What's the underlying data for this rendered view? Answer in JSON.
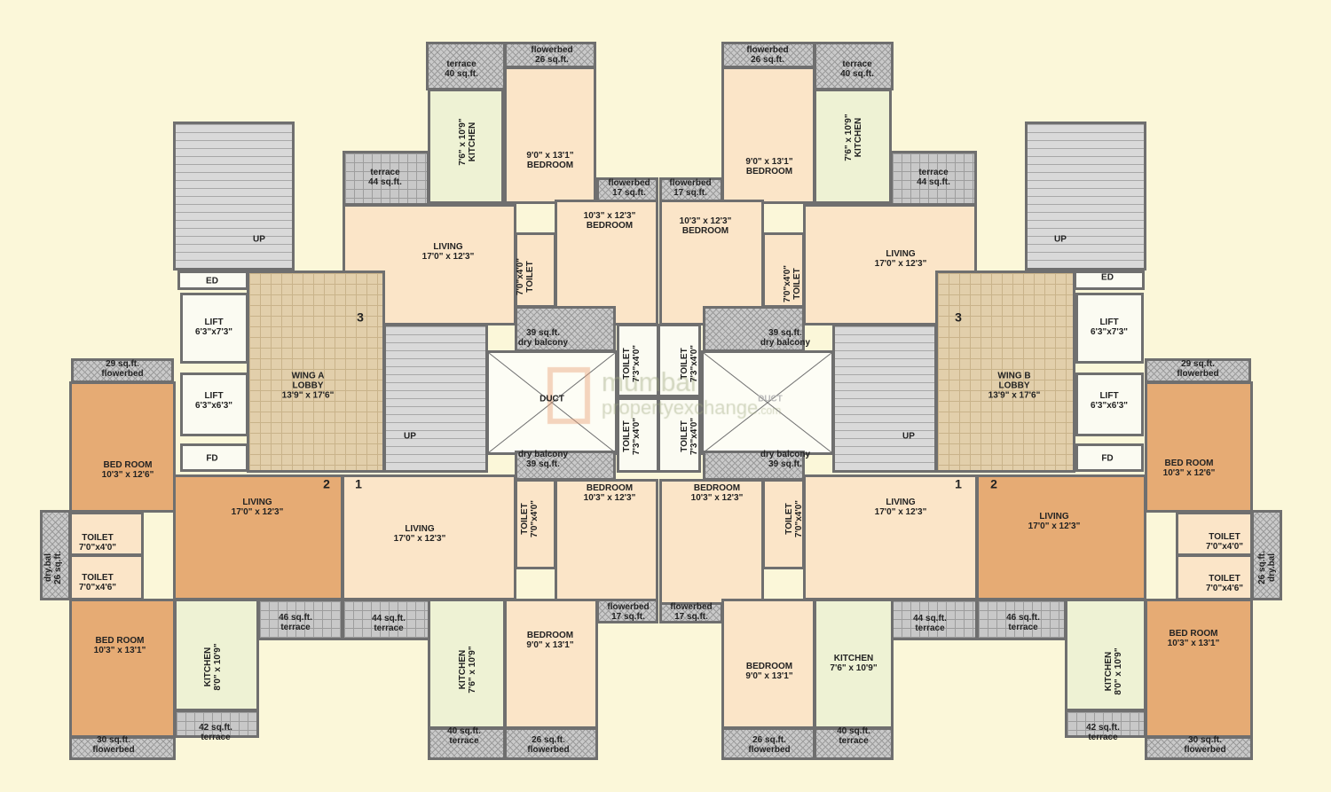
{
  "colors": {
    "background": "#fbf7d9",
    "room": "#fbe5c8",
    "unit2_room": "#e6ab74",
    "kitchen": "#eef2d4",
    "terrace": "#c9c9c9",
    "lobby": "#e2cfab",
    "wall": "#6f6f6f"
  },
  "watermark": {
    "line1": "mumbai",
    "line2": "propertyexchange",
    ".com": ".com"
  },
  "rooms": [
    {
      "id": "tl-terrace40",
      "type": "hatch",
      "lines": [
        "terrace",
        "40 sq.ft."
      ]
    },
    {
      "id": "tl-flowerbed26",
      "type": "hatch",
      "lines": [
        "flowerbed",
        "26 sq.ft."
      ]
    },
    {
      "id": "tl-kitchen",
      "type": "green",
      "lines": [
        "7'6\" x 10'9\"",
        "KITCHEN"
      ]
    },
    {
      "id": "tl-bedroom-small",
      "type": "peach",
      "lines": [
        "9'0\" x 13'1\"",
        "BEDROOM"
      ]
    },
    {
      "id": "tl-terrace44",
      "type": "tile",
      "lines": [
        "terrace",
        "44 sq.ft."
      ]
    },
    {
      "id": "tl-flowerbed17",
      "type": "hatch",
      "lines": [
        "flowerbed",
        "17 sq.ft."
      ]
    },
    {
      "id": "tl-living",
      "type": "peach",
      "lines": [
        "LIVING",
        "17'0\" x 12'3\""
      ]
    },
    {
      "id": "tl-toilet",
      "type": "peach",
      "lines": [
        "7'0\"x4'0\"",
        "TOILET"
      ]
    },
    {
      "id": "tl-bedroom",
      "type": "peach",
      "lines": [
        "10'3\" x 12'3\"",
        "BEDROOM"
      ]
    },
    {
      "id": "tl-drybalcony",
      "type": "hatch",
      "lines": [
        "39 sq.ft.",
        "dry balcony"
      ]
    },
    {
      "id": "tr-flowerbed26",
      "type": "hatch",
      "lines": [
        "flowerbed",
        "26 sq.ft."
      ]
    },
    {
      "id": "tr-terrace40",
      "type": "hatch",
      "lines": [
        "terrace",
        "40 sq.ft."
      ]
    },
    {
      "id": "tr-kitchen",
      "type": "green",
      "lines": [
        "7'6\" x 10'9\"",
        "KITCHEN"
      ]
    },
    {
      "id": "tr-bedroom-small",
      "type": "peach",
      "lines": [
        "9'0\" x 13'1\"",
        "BEDROOM"
      ]
    },
    {
      "id": "tr-terrace44",
      "type": "tile",
      "lines": [
        "terrace",
        "44 sq.ft."
      ]
    },
    {
      "id": "tr-flowerbed17",
      "type": "hatch",
      "lines": [
        "flowerbed",
        "17 sq.ft."
      ]
    },
    {
      "id": "tr-bedroom",
      "type": "peach",
      "lines": [
        "10'3\" x 12'3\"",
        "BEDROOM"
      ]
    },
    {
      "id": "tr-toilet",
      "type": "peach",
      "lines": [
        "7'0\"x4'0\"",
        "TOILET"
      ]
    },
    {
      "id": "tr-living",
      "type": "peach",
      "lines": [
        "LIVING",
        "17'0\" x 12'3\""
      ]
    },
    {
      "id": "tr-drybalcony",
      "type": "hatch",
      "lines": [
        "39 sq.ft.",
        "dry balcony"
      ]
    },
    {
      "id": "a-stairs",
      "type": "stair",
      "lines": [
        "UP"
      ]
    },
    {
      "id": "a-ed",
      "type": "white",
      "lines": [
        "ED"
      ]
    },
    {
      "id": "a-lift1",
      "type": "white",
      "lines": [
        "LIFT",
        "6'3\"x7'3\""
      ]
    },
    {
      "id": "a-lift2",
      "type": "white",
      "lines": [
        "LIFT",
        "6'3\"x6'3\""
      ]
    },
    {
      "id": "a-fd",
      "type": "white",
      "lines": [
        "FD"
      ]
    },
    {
      "id": "a-lobby",
      "type": "lobby",
      "lines": [
        "WING A",
        "LOBBY",
        "13'9\" x 17'6\""
      ]
    },
    {
      "id": "a-stairs2",
      "type": "stair",
      "lines": [
        "UP"
      ]
    },
    {
      "id": "duct-left",
      "type": "duct",
      "lines": [
        "DUCT"
      ]
    },
    {
      "id": "m-toilet1",
      "type": "white",
      "lines": [
        "TOILET",
        "7'3\"x4'0\""
      ]
    },
    {
      "id": "m-toilet2",
      "type": "white",
      "lines": [
        "TOILET",
        "7'3\"x4'0\""
      ]
    },
    {
      "id": "m-toilet3",
      "type": "white",
      "lines": [
        "TOILET",
        "7'3\"x4'0\""
      ]
    },
    {
      "id": "m-toilet4",
      "type": "white",
      "lines": [
        "TOILET",
        "7'3\"x4'0\""
      ]
    },
    {
      "id": "duct-right",
      "type": "duct",
      "lines": [
        "DUCT"
      ]
    },
    {
      "id": "b-stairs2",
      "type": "stair",
      "lines": [
        "UP"
      ]
    },
    {
      "id": "b-lobby",
      "type": "lobby",
      "lines": [
        "WING B",
        "LOBBY",
        "13'9\" x 17'6\""
      ]
    },
    {
      "id": "b-ed",
      "type": "white",
      "lines": [
        "ED"
      ]
    },
    {
      "id": "b-lift1",
      "type": "white",
      "lines": [
        "LIFT",
        "6'3\"x7'3\""
      ]
    },
    {
      "id": "b-lift2",
      "type": "white",
      "lines": [
        "LIFT",
        "6'3\"x6'3\""
      ]
    },
    {
      "id": "b-fd",
      "type": "white",
      "lines": [
        "FD"
      ]
    },
    {
      "id": "b-stairs",
      "type": "stair",
      "lines": [
        "UP"
      ]
    },
    {
      "id": "bl-drybalcony",
      "type": "hatch",
      "lines": [
        "dry balcony",
        "39 sq.ft."
      ]
    },
    {
      "id": "br-drybalcony",
      "type": "hatch",
      "lines": [
        "dry balcony",
        "39 sq.ft."
      ]
    },
    {
      "id": "l2-flowerbed29",
      "type": "hatch",
      "lines": [
        "29 sq.ft.",
        "flowerbed"
      ]
    },
    {
      "id": "l2-bedroom1",
      "type": "orange",
      "lines": [
        "BED ROOM",
        "10'3\" x 12'6\""
      ]
    },
    {
      "id": "l2-living",
      "type": "orange",
      "lines": [
        "LIVING",
        "17'0\" x 12'3\""
      ]
    },
    {
      "id": "l2-toilet1",
      "type": "peach",
      "lines": [
        "TOILET",
        "7'0\"x4'0\""
      ]
    },
    {
      "id": "l2-toilet2",
      "type": "peach",
      "lines": [
        "TOILET",
        "7'0\"x4'6\""
      ]
    },
    {
      "id": "l2-drybal",
      "type": "hatch",
      "lines": [
        "dry.bal",
        "26 sq.ft."
      ]
    },
    {
      "id": "l2-bedroom2",
      "type": "orange",
      "lines": [
        "BED ROOM",
        "10'3\" x 13'1\""
      ]
    },
    {
      "id": "l2-kitchen",
      "type": "green",
      "lines": [
        "KITCHEN",
        "8'0\" x 10'9\""
      ]
    },
    {
      "id": "l2-terrace46",
      "type": "tile",
      "lines": [
        "46 sq.ft.",
        "terrace"
      ]
    },
    {
      "id": "l2-terrace42",
      "type": "tile",
      "lines": [
        "42 sq.ft.",
        "terrace"
      ]
    },
    {
      "id": "l2-flowerbed30",
      "type": "hatch",
      "lines": [
        "30 sq.ft.",
        "flowerbed"
      ]
    },
    {
      "id": "bl-living",
      "type": "peach",
      "lines": [
        "LIVING",
        "17'0\" x 12'3\""
      ]
    },
    {
      "id": "bl-toilet",
      "type": "peach",
      "lines": [
        "TOILET",
        "7'0\"x4'0\""
      ]
    },
    {
      "id": "bl-bedroom",
      "type": "peach",
      "lines": [
        "BEDROOM",
        "10'3\" x 12'3\""
      ]
    },
    {
      "id": "bl-terrace44",
      "type": "tile",
      "lines": [
        "44 sq.ft.",
        "terrace"
      ]
    },
    {
      "id": "bl-kitchen",
      "type": "green",
      "lines": [
        "KITCHEN",
        "7'6\" x 10'9\""
      ]
    },
    {
      "id": "bl-bedroom-small",
      "type": "peach",
      "lines": [
        "BEDROOM",
        "9'0\" x 13'1\""
      ]
    },
    {
      "id": "bl-terrace40",
      "type": "hatch",
      "lines": [
        "40 sq.ft.",
        "terrace"
      ]
    },
    {
      "id": "bl-flowerbed26",
      "type": "hatch",
      "lines": [
        "26 sq.ft.",
        "flowerbed"
      ]
    },
    {
      "id": "bl-flowerbed17",
      "type": "hatch",
      "lines": [
        "flowerbed",
        "17 sq.ft."
      ]
    },
    {
      "id": "br-flowerbed17",
      "type": "hatch",
      "lines": [
        "flowerbed",
        "17 sq.ft."
      ]
    },
    {
      "id": "br-bedroom",
      "type": "peach",
      "lines": [
        "BEDROOM",
        "10'3\" x 12'3\""
      ]
    },
    {
      "id": "br-toilet",
      "type": "peach",
      "lines": [
        "TOILET",
        "7'0\"x4'0\""
      ]
    },
    {
      "id": "br-living",
      "type": "peach",
      "lines": [
        "LIVING",
        "17'0\" x 12'3\""
      ]
    },
    {
      "id": "br-terrace44",
      "type": "tile",
      "lines": [
        "44 sq.ft.",
        "terrace"
      ]
    },
    {
      "id": "br-bedroom-small",
      "type": "peach",
      "lines": [
        "BEDROOM",
        "9'0\" x 13'1\""
      ]
    },
    {
      "id": "br-kitchen",
      "type": "green",
      "lines": [
        "KITCHEN",
        "7'6\" x 10'9\""
      ]
    },
    {
      "id": "br-flowerbed26",
      "type": "hatch",
      "lines": [
        "26 sq.ft.",
        "flowerbed"
      ]
    },
    {
      "id": "br-terrace40",
      "type": "hatch",
      "lines": [
        "40 sq.ft.",
        "terrace"
      ]
    },
    {
      "id": "r2-living",
      "type": "orange",
      "lines": [
        "LIVING",
        "17'0\" x 12'3\""
      ]
    },
    {
      "id": "r2-terrace46",
      "type": "tile",
      "lines": [
        "46 sq.ft.",
        "terrace"
      ]
    },
    {
      "id": "r2-kitchen",
      "type": "green",
      "lines": [
        "KITCHEN",
        "8'0\" x 10'9\""
      ]
    },
    {
      "id": "r2-terrace42",
      "type": "tile",
      "lines": [
        "42 sq.ft.",
        "terrace"
      ]
    },
    {
      "id": "r2-flowerbed29",
      "type": "hatch",
      "lines": [
        "29 sq.ft.",
        "flowerbed"
      ]
    },
    {
      "id": "r2-bedroom1",
      "type": "orange",
      "lines": [
        "BED ROOM",
        "10'3\" x 12'6\""
      ]
    },
    {
      "id": "r2-toilet1",
      "type": "peach",
      "lines": [
        "TOILET",
        "7'0\"x4'0\""
      ]
    },
    {
      "id": "r2-toilet2",
      "type": "peach",
      "lines": [
        "TOILET",
        "7'0\"x4'6\""
      ]
    },
    {
      "id": "r2-drybal",
      "type": "hatch",
      "lines": [
        "26 sq.ft.",
        "dry.bal"
      ]
    },
    {
      "id": "r2-bedroom2",
      "type": "orange",
      "lines": [
        "BED ROOM",
        "10'3\" x 13'1\""
      ]
    },
    {
      "id": "r2-flowerbed30",
      "type": "hatch",
      "lines": [
        "30 sq.ft.",
        "flowerbed"
      ]
    }
  ],
  "unit_numbers": [
    {
      "id": "tl",
      "text": "3"
    },
    {
      "id": "tr",
      "text": "3"
    },
    {
      "id": "l2",
      "text": "2"
    },
    {
      "id": "bl",
      "text": "1"
    },
    {
      "id": "br",
      "text": "1"
    },
    {
      "id": "r2",
      "text": "2"
    }
  ]
}
